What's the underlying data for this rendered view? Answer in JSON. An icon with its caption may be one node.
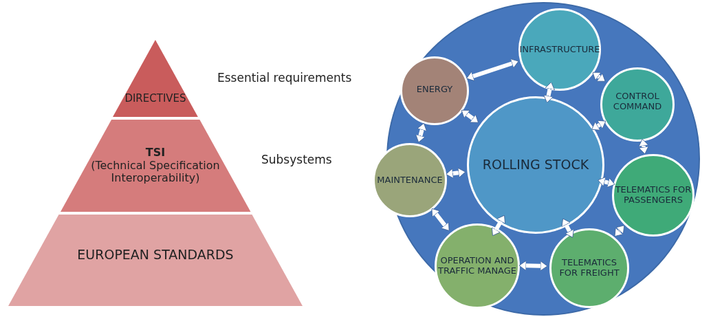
{
  "diagram": {
    "nodes": [
      {
        "text": [
          "DIRECTIVES"
        ]
      },
      {
        "text": [
          "TSI",
          "(Technical Specification Interoperability)"
        ]
      },
      {
        "text": [
          "EUROPEAN STANDARDS"
        ]
      },
      {
        "text": [],
        "shape": "circle"
      },
      {
        "text": [
          "INFRASTRUCTURE"
        ],
        "in": 3
      },
      {
        "text": [
          "ENERGY"
        ],
        "in": 3
      },
      {
        "text": [
          "CONTROL COMMAND"
        ],
        "in": 3
      },
      {
        "text": [
          "ROLLING STOCK"
        ],
        "in": 3
      },
      {
        "text": [
          "MAINTENANCE"
        ],
        "in": 3
      },
      {
        "text": [
          "TELEMATICS FOR PASSENGERS"
        ],
        "in": 3
      },
      {
        "text": [
          "OPERATION AND TRAFFIC MANAGE"
        ],
        "in": 3
      },
      {
        "text": [
          "TELEMATICS FOR FREIGHT"
        ],
        "in": 3
      }
    ],
    "edges": [
      {
        "from": 5,
        "to": 4,
        "arrow": "both"
      },
      {
        "from": 4,
        "to": 6,
        "arrow": "both"
      },
      {
        "from": 4,
        "to": 7,
        "arrow": "both"
      },
      {
        "from": 5,
        "to": 7,
        "arrow": "both"
      },
      {
        "from": 6,
        "to": 7,
        "arrow": "both"
      },
      {
        "from": 5,
        "to": 8,
        "arrow": "both"
      },
      {
        "from": 6,
        "to": 9,
        "arrow": "both"
      },
      {
        "from": 8,
        "to": 7,
        "arrow": "both"
      },
      {
        "from": 7,
        "to": 9,
        "arrow": "both"
      },
      {
        "from": 8,
        "to": 10,
        "arrow": "both"
      },
      {
        "from": 10,
        "to": 7,
        "arrow": "both"
      },
      {
        "from": 7,
        "to": 11,
        "arrow": "both"
      },
      {
        "from": 11,
        "to": 9,
        "arrow": "both"
      },
      {
        "from": 10,
        "to": 11,
        "arrow": "both"
      }
    ],
    "labels": [
      "Essential requirements",
      "Subsystems"
    ]
  }
}
